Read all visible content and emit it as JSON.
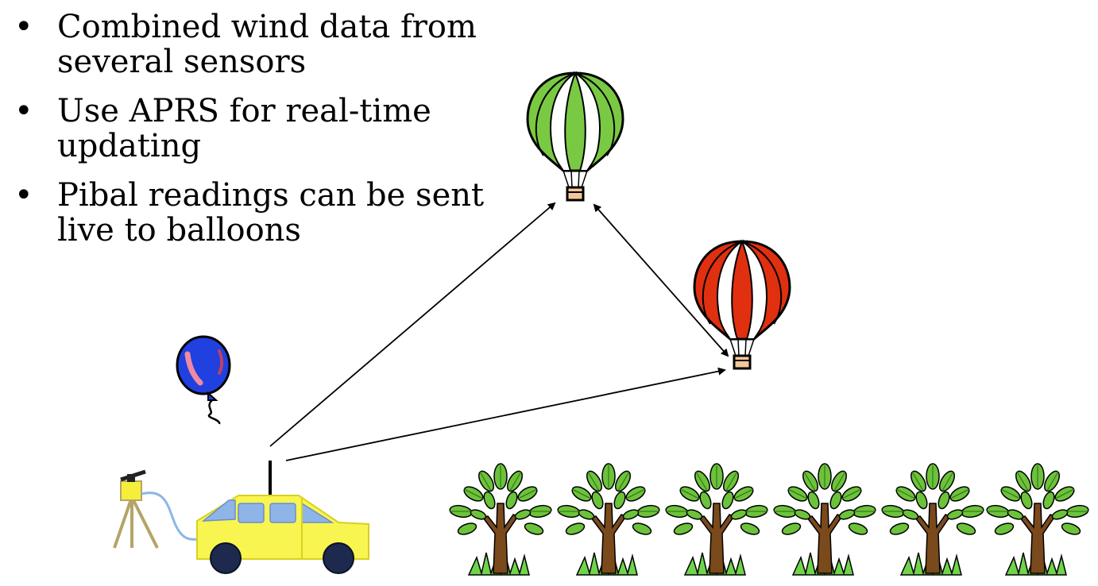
{
  "bullets": [
    {
      "text": "Combined wind data from several sensors"
    },
    {
      "text": "Use APRS for real-time updating"
    },
    {
      "text": "Pibal readings can be sent live to balloons"
    }
  ],
  "bullet_glyph": "•",
  "scene": {
    "balloons": [
      {
        "name": "green-hot-air-balloon",
        "color": "#7ac943"
      },
      {
        "name": "red-hot-air-balloon",
        "color": "#e03010"
      }
    ],
    "pibal_color": "#2040e0",
    "vehicle_color": "#f8f550",
    "window_color": "#8fb4e8",
    "tree_count": 6
  }
}
